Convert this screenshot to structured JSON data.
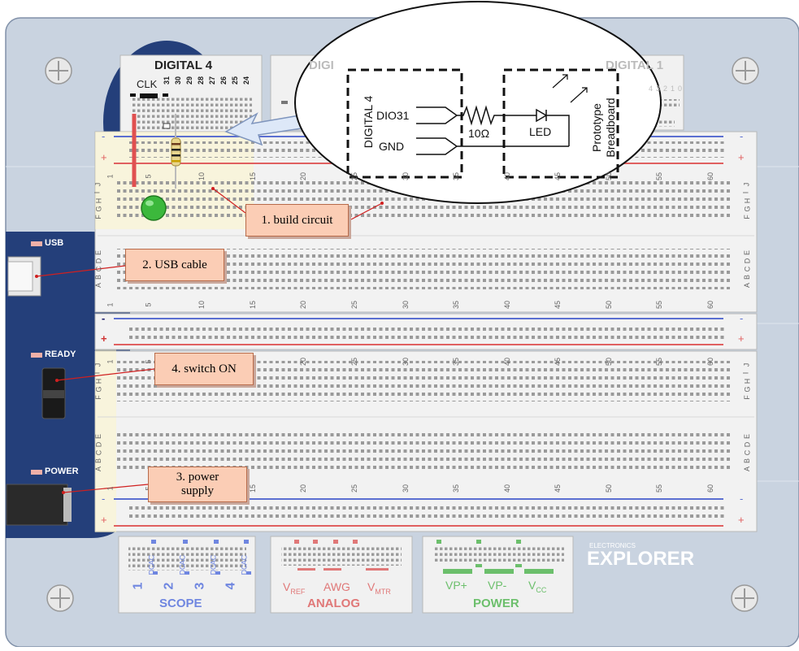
{
  "modules": {
    "digital4": "DIGITAL 4",
    "digital_partial": "DIGI",
    "digital1": "DIGITAL 1",
    "clk": "CLK",
    "pins_31_24": [
      "31",
      "30",
      "29",
      "28",
      "27",
      "26",
      "25",
      "24"
    ],
    "pins_d1": [
      "4",
      "3",
      "2",
      "1",
      "0"
    ]
  },
  "breadboard": {
    "row_letters_top": [
      "J",
      "I",
      "H",
      "G",
      "F"
    ],
    "row_letters_bottom": [
      "E",
      "D",
      "C",
      "B",
      "A"
    ],
    "col_numbers": [
      "1",
      "5",
      "10",
      "15",
      "20",
      "25",
      "30",
      "35",
      "40",
      "45",
      "50",
      "55",
      "60"
    ],
    "rail_minus": "-",
    "rail_plus": "+"
  },
  "left_panel": {
    "usb": "USB",
    "ready": "READY",
    "power": "POWER"
  },
  "callouts": {
    "build": "1. build circuit",
    "usb": "2. USB cable",
    "power_line1": "3. power",
    "power_line2": "supply",
    "switch": "4. switch ON"
  },
  "schematic": {
    "module": "DIGITAL 4",
    "dio": "DIO31",
    "gnd": "GND",
    "resistor": "10Ω",
    "led": "LED",
    "proto_line1": "Prototype",
    "proto_line2": "Breadboard"
  },
  "bottom": {
    "scope": "SCOPE",
    "scope_channels": [
      "1",
      "2",
      "3",
      "4"
    ],
    "ac": "AC",
    "dc": "DC",
    "analog": "ANALOG",
    "vref": "V",
    "vref_sub": "REF",
    "awg": "AWG",
    "vmtr": "V",
    "vmtr_sub": "MTR",
    "power": "POWER",
    "vp_plus": "VP+",
    "vp_minus": "VP-",
    "vcc": "V",
    "vcc_sub": "CC",
    "electronics": "ELECTRONICS",
    "explorer": "EXPLORER"
  },
  "colors": {
    "board": "#c9d3e0",
    "bezel": "#243f7a",
    "breadboard": "#f2f2f2",
    "rail_red": "#e06060",
    "rail_blue": "#5b6fd1",
    "callout_fill": "#fbcdb5",
    "scope_blue": "#6f86e0",
    "analog_red": "#e07878",
    "power_green": "#6cbf6c"
  }
}
